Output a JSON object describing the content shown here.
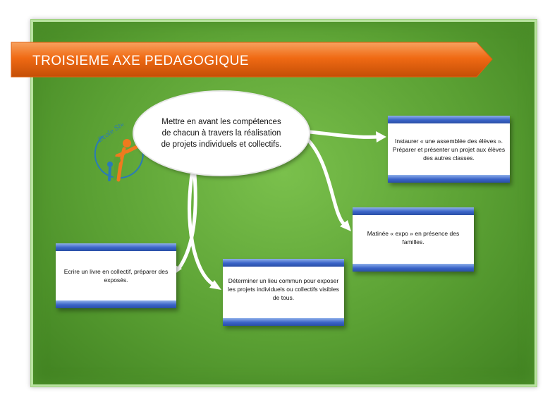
{
  "title": "TROISIEME AXE PEDAGOGIQUE",
  "logo_text": "Ecole Ste Marie",
  "center": "Mettre en avant les compétences de chacun à travers la réalisation de projets individuels et collectifs.",
  "boxes": {
    "assemblee": "Instaurer « une assemblée des élèves ». Préparer et présenter un projet aux élèves des autres classes.",
    "expo": "Matinée « expo » en présence des familles.",
    "livre": "Ecrire un livre en collectif, préparer des exposés.",
    "lieu": "Déterminer un lieu commun pour exposer les projets individuels ou collectifs visibles de tous."
  },
  "colors": {
    "banner_orange": "#f06a14",
    "panel_green": "#5aa033",
    "box_bar_blue": "#3a64c8",
    "logo_orange": "#f07a1e",
    "logo_green": "#5aa033",
    "logo_blue": "#2a7ab8"
  }
}
